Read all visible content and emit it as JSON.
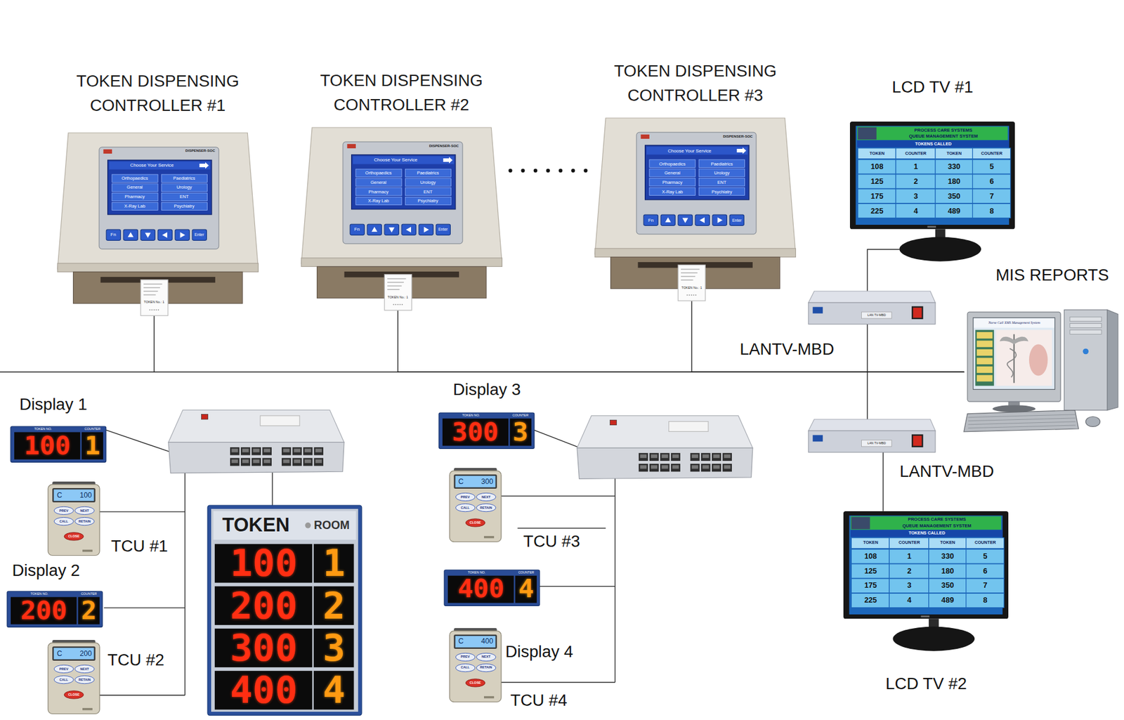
{
  "diagram": {
    "nodes": [
      {
        "text": [
          "TOKEN DISPENSING CONTROLLER #1",
          "DISPENSER-SOC",
          "Choose Your Service",
          "Orthopaedics",
          "Paediatrics",
          "General",
          "Urology",
          "Pharmacy",
          "ENT",
          "X-Ray Lab",
          "Psychiatry",
          "Fn",
          "Enter",
          "TOKEN No.: 1"
        ]
      },
      {
        "text": [
          "TOKEN DISPENSING CONTROLLER #2",
          "DISPENSER-SOC",
          "Choose Your Service",
          "Orthopaedics",
          "Paediatrics",
          "General",
          "Urology",
          "Pharmacy",
          "ENT",
          "X-Ray Lab",
          "Psychiatry",
          "Fn",
          "Enter",
          "TOKEN No.: 1"
        ]
      },
      {
        "text": [
          "TOKEN DISPENSING CONTROLLER #3",
          "DISPENSER-SOC",
          "Choose Your Service",
          "Orthopaedics",
          "Paediatrics",
          "General",
          "Urology",
          "Pharmacy",
          "ENT",
          "X-Ray Lab",
          "Psychiatry",
          "Fn",
          "Enter",
          "TOKEN No.: 1"
        ]
      },
      {
        "text": [
          "LCD TV #1",
          "PROCESS CARE SYSTEMS",
          "QUEUE MANAGEMENT SYSTEM",
          "TOKENS CALLED",
          "TOKEN",
          "COUNTER",
          "TOKEN",
          "COUNTER",
          "108",
          "1",
          "330",
          "5",
          "125",
          "2",
          "180",
          "6",
          "175",
          "3",
          "350",
          "7",
          "225",
          "4",
          "489",
          "8"
        ]
      },
      {
        "text": [
          "LANTV-MBD",
          "LAN TV-MBD"
        ]
      },
      {
        "text": [
          "MIS REPORTS",
          "Nurse Call XMS Management System"
        ]
      },
      {
        "text": [
          "LANTV-MBD",
          "LAN TV-MBD"
        ]
      },
      {
        "text": [
          "LCD TV #2",
          "PROCESS CARE SYSTEMS",
          "QUEUE MANAGEMENT SYSTEM",
          "TOKENS CALLED",
          "TOKEN",
          "COUNTER",
          "TOKEN",
          "COUNTER",
          "108",
          "1",
          "330",
          "5",
          "125",
          "2",
          "180",
          "6",
          "175",
          "3",
          "350",
          "7",
          "225",
          "4",
          "489",
          "8"
        ]
      },
      {
        "text": [
          "Display 1",
          "TOKEN NO.",
          "COUNTER",
          "100",
          "1"
        ]
      },
      {
        "text": [
          "TCU #1",
          "C",
          "100",
          "PREV",
          "NEXT",
          "CALL",
          "RETAIN",
          "CLOSE"
        ]
      },
      {
        "text": [
          "Display 2",
          "TOKEN NO.",
          "COUNTER",
          "200",
          "2"
        ]
      },
      {
        "text": [
          "TCU #2",
          "C",
          "200",
          "PREV",
          "NEXT",
          "CALL",
          "RETAIN",
          "CLOSE"
        ]
      },
      {
        "text": [
          "TOKEN",
          "ROOM",
          "100",
          "1",
          "200",
          "2",
          "300",
          "3",
          "400",
          "4"
        ]
      },
      {
        "text": [
          "Display 3",
          "TOKEN NO.",
          "COUNTER",
          "300",
          "3"
        ]
      },
      {
        "text": [
          "TCU #3",
          "C",
          "300",
          "PREV",
          "NEXT",
          "CALL",
          "RETAIN",
          "CLOSE"
        ]
      },
      {
        "text": [
          "Display 4",
          "TOKEN NO.",
          "COUNTER",
          "400",
          "4"
        ]
      },
      {
        "text": [
          "TCU #4",
          "C",
          "400",
          "PREV",
          "NEXT",
          "CALL",
          "RETAIN",
          "CLOSE"
        ]
      }
    ],
    "edges": [
      {
        "from": 0,
        "to": 5,
        "arrow": "none"
      },
      {
        "from": 1,
        "to": 5,
        "arrow": "none"
      },
      {
        "from": 2,
        "to": 5,
        "arrow": "none"
      },
      {
        "from": 3,
        "to": 4,
        "arrow": "none"
      },
      {
        "from": 4,
        "to": 6,
        "arrow": "none"
      },
      {
        "from": 6,
        "to": 7,
        "arrow": "none"
      }
    ]
  }
}
